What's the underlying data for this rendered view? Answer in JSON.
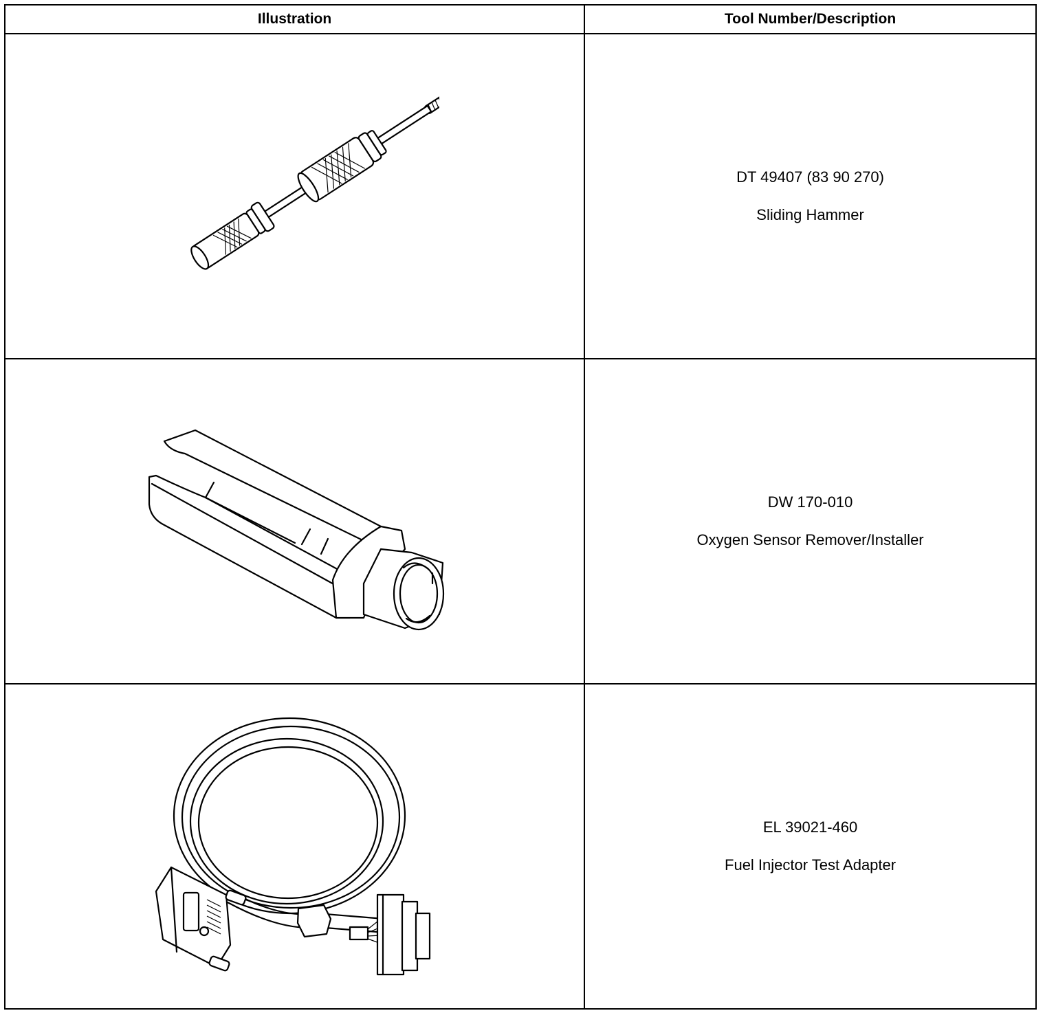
{
  "table": {
    "headers": {
      "illustration": "Illustration",
      "tool": "Tool Number/Description"
    },
    "rows": [
      {
        "illustration_icon": "sliding-hammer-icon",
        "tool_number": "DT 49407 (83 90 270)",
        "description": "Sliding Hammer"
      },
      {
        "illustration_icon": "oxygen-sensor-socket-icon",
        "tool_number": "DW 170-010",
        "description": "Oxygen Sensor Remover/Installer"
      },
      {
        "illustration_icon": "fuel-injector-adapter-cable-icon",
        "tool_number": "EL 39021-460",
        "description": "Fuel Injector Test Adapter"
      }
    ]
  }
}
